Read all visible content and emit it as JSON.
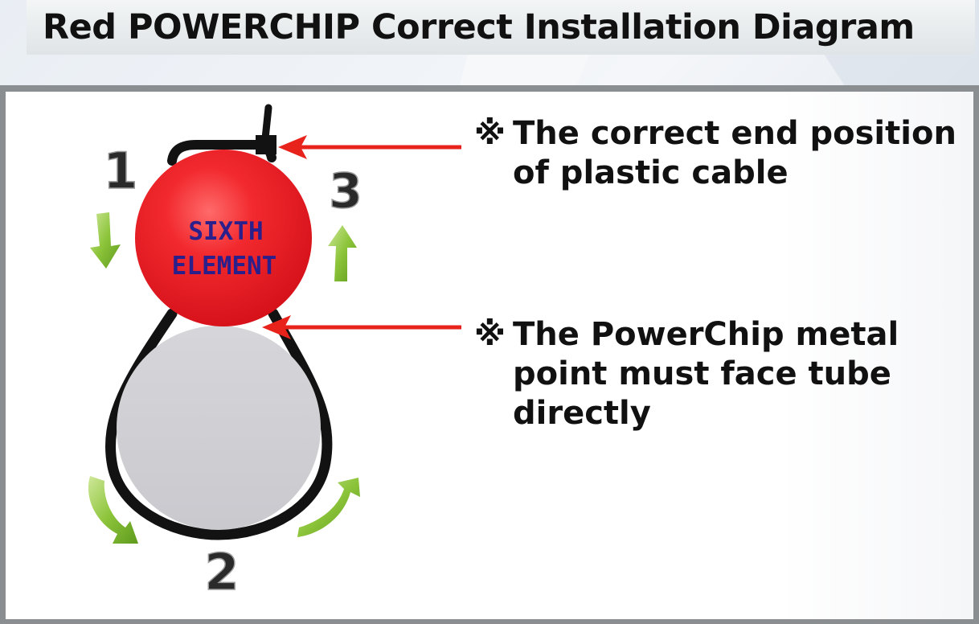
{
  "title": "Red POWERCHIP Correct Installation Diagram",
  "chip": {
    "line1": "SIXTH",
    "line2": "ELEMENT",
    "color": "#e5141c",
    "text_color": "#2b1f8c"
  },
  "tube_color": "#cfcfd3",
  "arrow_color": "#e8231c",
  "step_arrow_color": "#8cc43a",
  "steps": [
    "1",
    "2",
    "3"
  ],
  "notes": [
    {
      "mark": "※",
      "lines": [
        "The correct end position",
        "of plastic cable"
      ]
    },
    {
      "mark": "※",
      "lines": [
        "The PowerChip metal",
        "point must face tube",
        "directly"
      ]
    }
  ]
}
